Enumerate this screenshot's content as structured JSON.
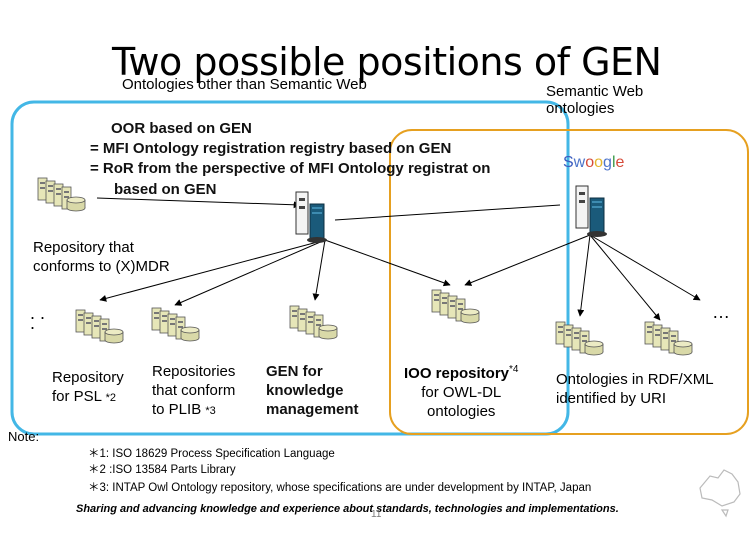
{
  "title": "Two possible positions of GEN",
  "subtitle_left": "Ontologies other than Semantic Web",
  "subtitle_right": [
    "Semantic Web",
    "ontologies"
  ],
  "oor_lines": [
    "OOR based on GEN",
    "= MFI Ontology registration registry based on GEN",
    "= RoR from the perspective of MFI Ontology registrat on",
    "based on GEN"
  ],
  "swoogle": {
    "letters": [
      "S",
      "w",
      "o",
      "o",
      "g",
      "l",
      "e"
    ],
    "colors": [
      "#3b5bbf",
      "#4b73c9",
      "#d64b3a",
      "#e4b62d",
      "#4b73c9",
      "#3b9a4a",
      "#d64b3a"
    ]
  },
  "repo_mdr": [
    "Repository that",
    "conforms to (X)MDR"
  ],
  "ellipsis_left": ". .\n.",
  "ellipsis_right": "…",
  "labels": {
    "psl": [
      "Repository",
      "for PSL"
    ],
    "psl_mark": "*2",
    "plib": [
      "Repositories",
      "that conform",
      "to PLIB"
    ],
    "plib_mark": "*3",
    "genkm": [
      "GEN for",
      "knowledge",
      "management"
    ],
    "ioo_title": "IOO repository",
    "ioo_mark": "*4",
    "ioo_rest": [
      "for OWL-DL",
      "ontologies"
    ],
    "rdf": [
      "Ontologies in RDF/XML",
      "identified by URI"
    ]
  },
  "note_label": "Note:",
  "footnotes": [
    "＊1: ISO 18629 Process Specification Language",
    "＊2 :ISO 13584 Parts Library",
    "＊3: INTAP Owl Ontology repository, whose specifications are under development by INTAP, Japan"
  ],
  "footer": "Sharing and advancing knowledge and experience about standards, technologies and implementations.",
  "page_number": "11",
  "colors": {
    "left_region": "#43b7e6",
    "right_region": "#e6a020",
    "server_fill": "#e6e6b8",
    "server_dark": "#1a5a7a",
    "line": "#000000"
  }
}
